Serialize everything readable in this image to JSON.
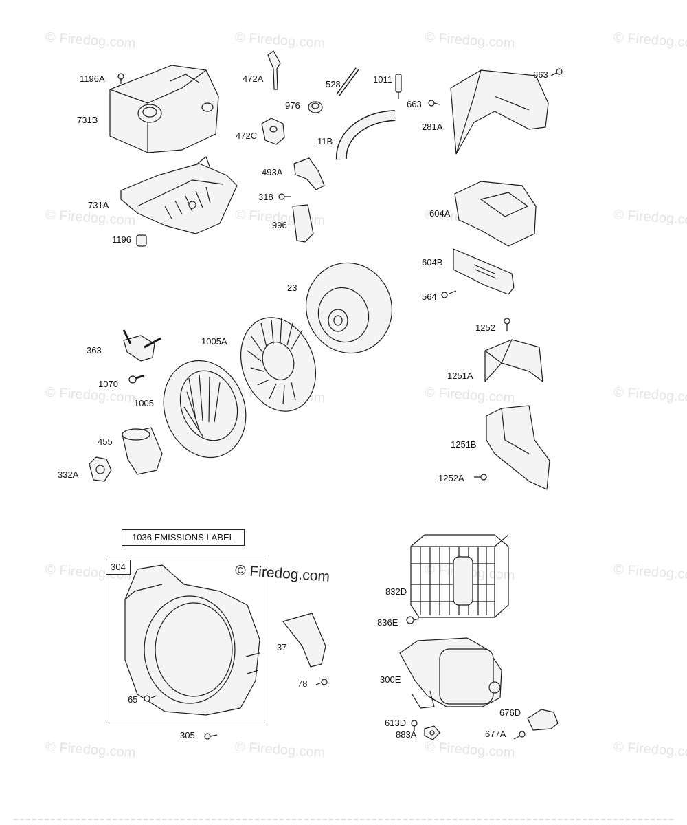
{
  "watermark": "© Firedog.com",
  "brand_watermark": "© Firedog.com",
  "boxes": {
    "emissions_label": "1036 EMISSIONS LABEL",
    "kit_number": "304"
  },
  "part_labels": [
    "1196A",
    "731B",
    "472A",
    "528",
    "1011",
    "663",
    "976",
    "663",
    "281A",
    "472C",
    "11B",
    "731A",
    "493A",
    "318",
    "996",
    "604A",
    "1196",
    "604B",
    "23",
    "564",
    "1252",
    "363",
    "1005A",
    "1251A",
    "1070",
    "1005",
    "455",
    "1251B",
    "332A",
    "1252A",
    "832D",
    "836E",
    "37",
    "300E",
    "78",
    "65",
    "613D",
    "676D",
    "883A",
    "677A",
    "305"
  ],
  "colors": {
    "line": "#1a1a1a",
    "watermark": "#e4e4e4",
    "part_fill": "#f4f4f4"
  }
}
